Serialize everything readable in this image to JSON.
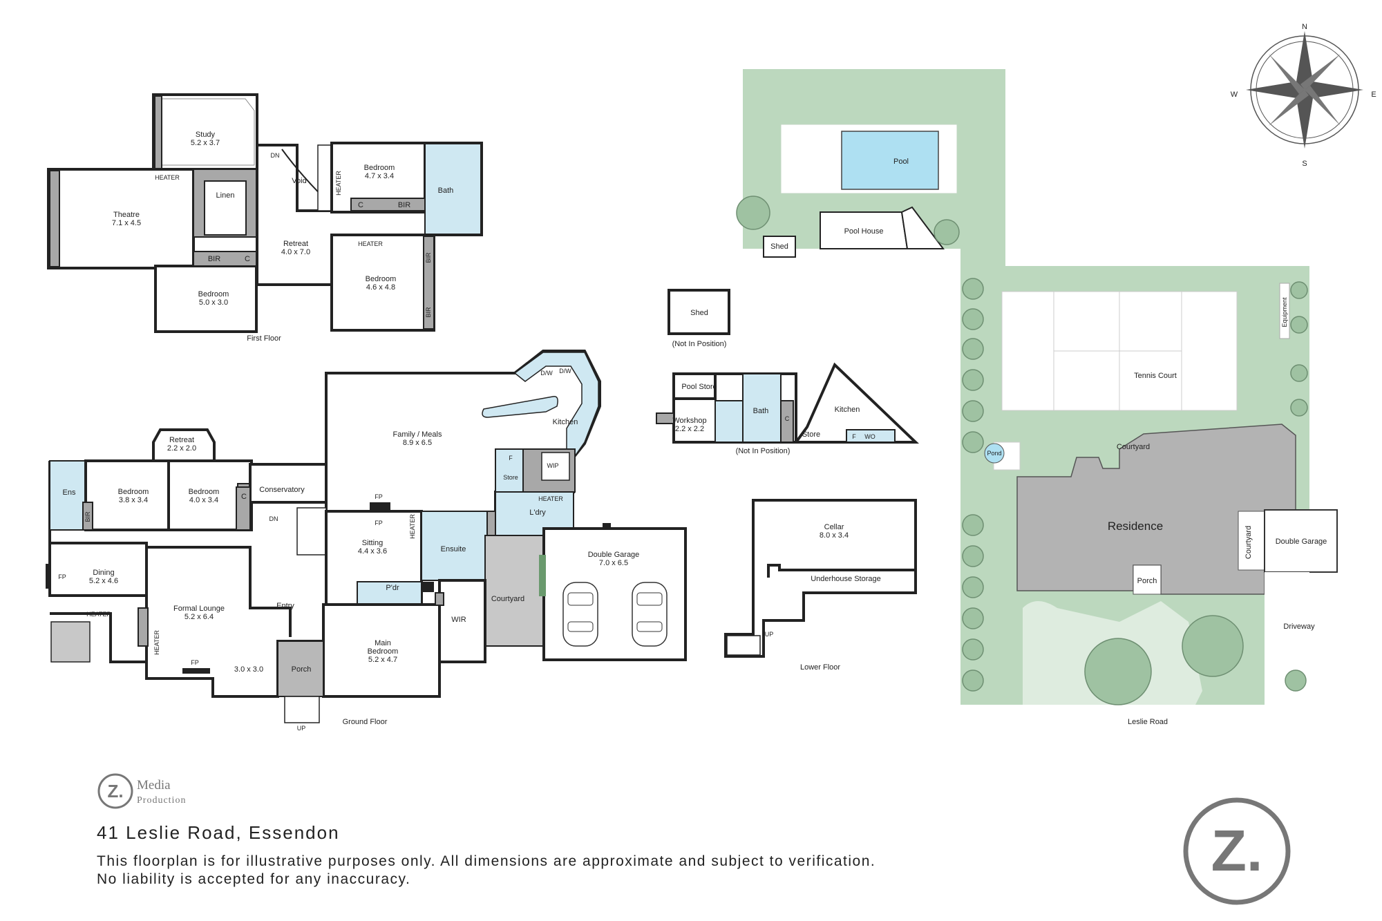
{
  "property": {
    "address": "41 Leslie Road, Essendon",
    "disclaimer_line1": "This floorplan is for illustrative purposes only. All dimensions are approximate and subject to verification.",
    "disclaimer_line2": "No liability is accepted for any inaccuracy."
  },
  "brand": {
    "logo_letter": "Z.",
    "logo_name": "Media",
    "logo_sub": "Production",
    "accent_color": "#777777"
  },
  "compass": {
    "n": "N",
    "e": "E",
    "s": "S",
    "w": "W"
  },
  "captions": {
    "first_floor": "First Floor",
    "ground_floor": "Ground Floor",
    "lower_floor": "Lower Floor",
    "street": "Leslie Road",
    "not_in_position_1": "(Not In Position)",
    "not_in_position_2": "(Not In Position)"
  },
  "first_floor": {
    "study": "Study",
    "study_dim": "5.2 x 3.7",
    "theatre": "Theatre",
    "theatre_dim": "7.1 x 4.5",
    "linen": "Linen",
    "void": "Void",
    "retreat": "Retreat",
    "retreat_dim": "4.0 x 7.0",
    "bedroom_a": "Bedroom",
    "bedroom_a_dim": "4.7 x 3.4",
    "bath": "Bath",
    "bedroom_b": "Bedroom",
    "bedroom_b_dim": "5.0 x 3.0",
    "bedroom_c": "Bedroom",
    "bedroom_c_dim": "4.6 x 4.8",
    "bir_1": "BIR",
    "bir_2": "BIR",
    "bir_3": "BIR",
    "bir_4": "BIR",
    "c_1": "C",
    "c_2": "C",
    "heater_1": "HEATER",
    "heater_2": "HEATER",
    "heater_3": "HEATER",
    "dn": "DN"
  },
  "ground_floor": {
    "retreat": "Retreat",
    "retreat_dim": "2.2 x 2.0",
    "ens": "Ens",
    "bir": "BIR",
    "bedroom_a": "Bedroom",
    "bedroom_a_dim": "3.8 x 3.4",
    "bedroom_b": "Bedroom",
    "bedroom_b_dim": "4.0 x 3.4",
    "conservatory": "Conservatory",
    "family": "Family / Meals",
    "family_dim": "8.9 x 6.5",
    "kitchen": "Kitchen",
    "dw_1": "D/W",
    "dw_2": "D/W",
    "wip": "WIP",
    "store": "Store",
    "f": "F",
    "ldry": "L'dry",
    "dining": "Dining",
    "dining_dim": "5.2 x 4.6",
    "fp_1": "FP",
    "fp_2": "FP",
    "fp_3": "FP",
    "fp_4": "FP",
    "formal_lounge": "Formal Lounge",
    "formal_lounge_dim": "5.2 x 6.4",
    "sitting": "Sitting",
    "sitting_dim": "4.4 x 3.6",
    "ensuite": "Ensuite",
    "pdr": "P'dr",
    "entry": "Entry",
    "courtyard": "Courtyard",
    "double_garage": "Double Garage",
    "double_garage_dim": "7.0 x 6.5",
    "main_bedroom": "Main\nBedroom",
    "main_bedroom_1": "Main",
    "main_bedroom_2": "Bedroom",
    "main_bedroom_dim": "5.2 x 4.7",
    "wir": "WIR",
    "porch": "Porch",
    "room_3x3": "3.0 x 3.0",
    "heater": "HEATER",
    "up": "UP",
    "dn": "DN",
    "c": "C"
  },
  "outbuildings": {
    "shed": "Shed",
    "pool_store": "Pool Store",
    "workshop": "Workshop",
    "workshop_dim": "2.2 x 2.2",
    "bath": "Bath",
    "kitchen": "Kitchen",
    "store": "Store",
    "f": "F",
    "wo": "WO",
    "c": "C"
  },
  "lower_floor": {
    "cellar": "Cellar",
    "cellar_dim": "8.0 x 3.4",
    "underhouse_storage": "Underhouse Storage",
    "up": "UP"
  },
  "site_plan": {
    "pool": "Pool",
    "pool_house": "Pool House",
    "shed": "Shed",
    "tennis_court": "Tennis Court",
    "equipment": "Equipment",
    "courtyard_1": "Courtyard",
    "courtyard_2": "Courtyard",
    "pond": "Pond",
    "residence": "Residence",
    "double_garage": "Double Garage",
    "porch": "Porch",
    "driveway": "Driveway"
  }
}
